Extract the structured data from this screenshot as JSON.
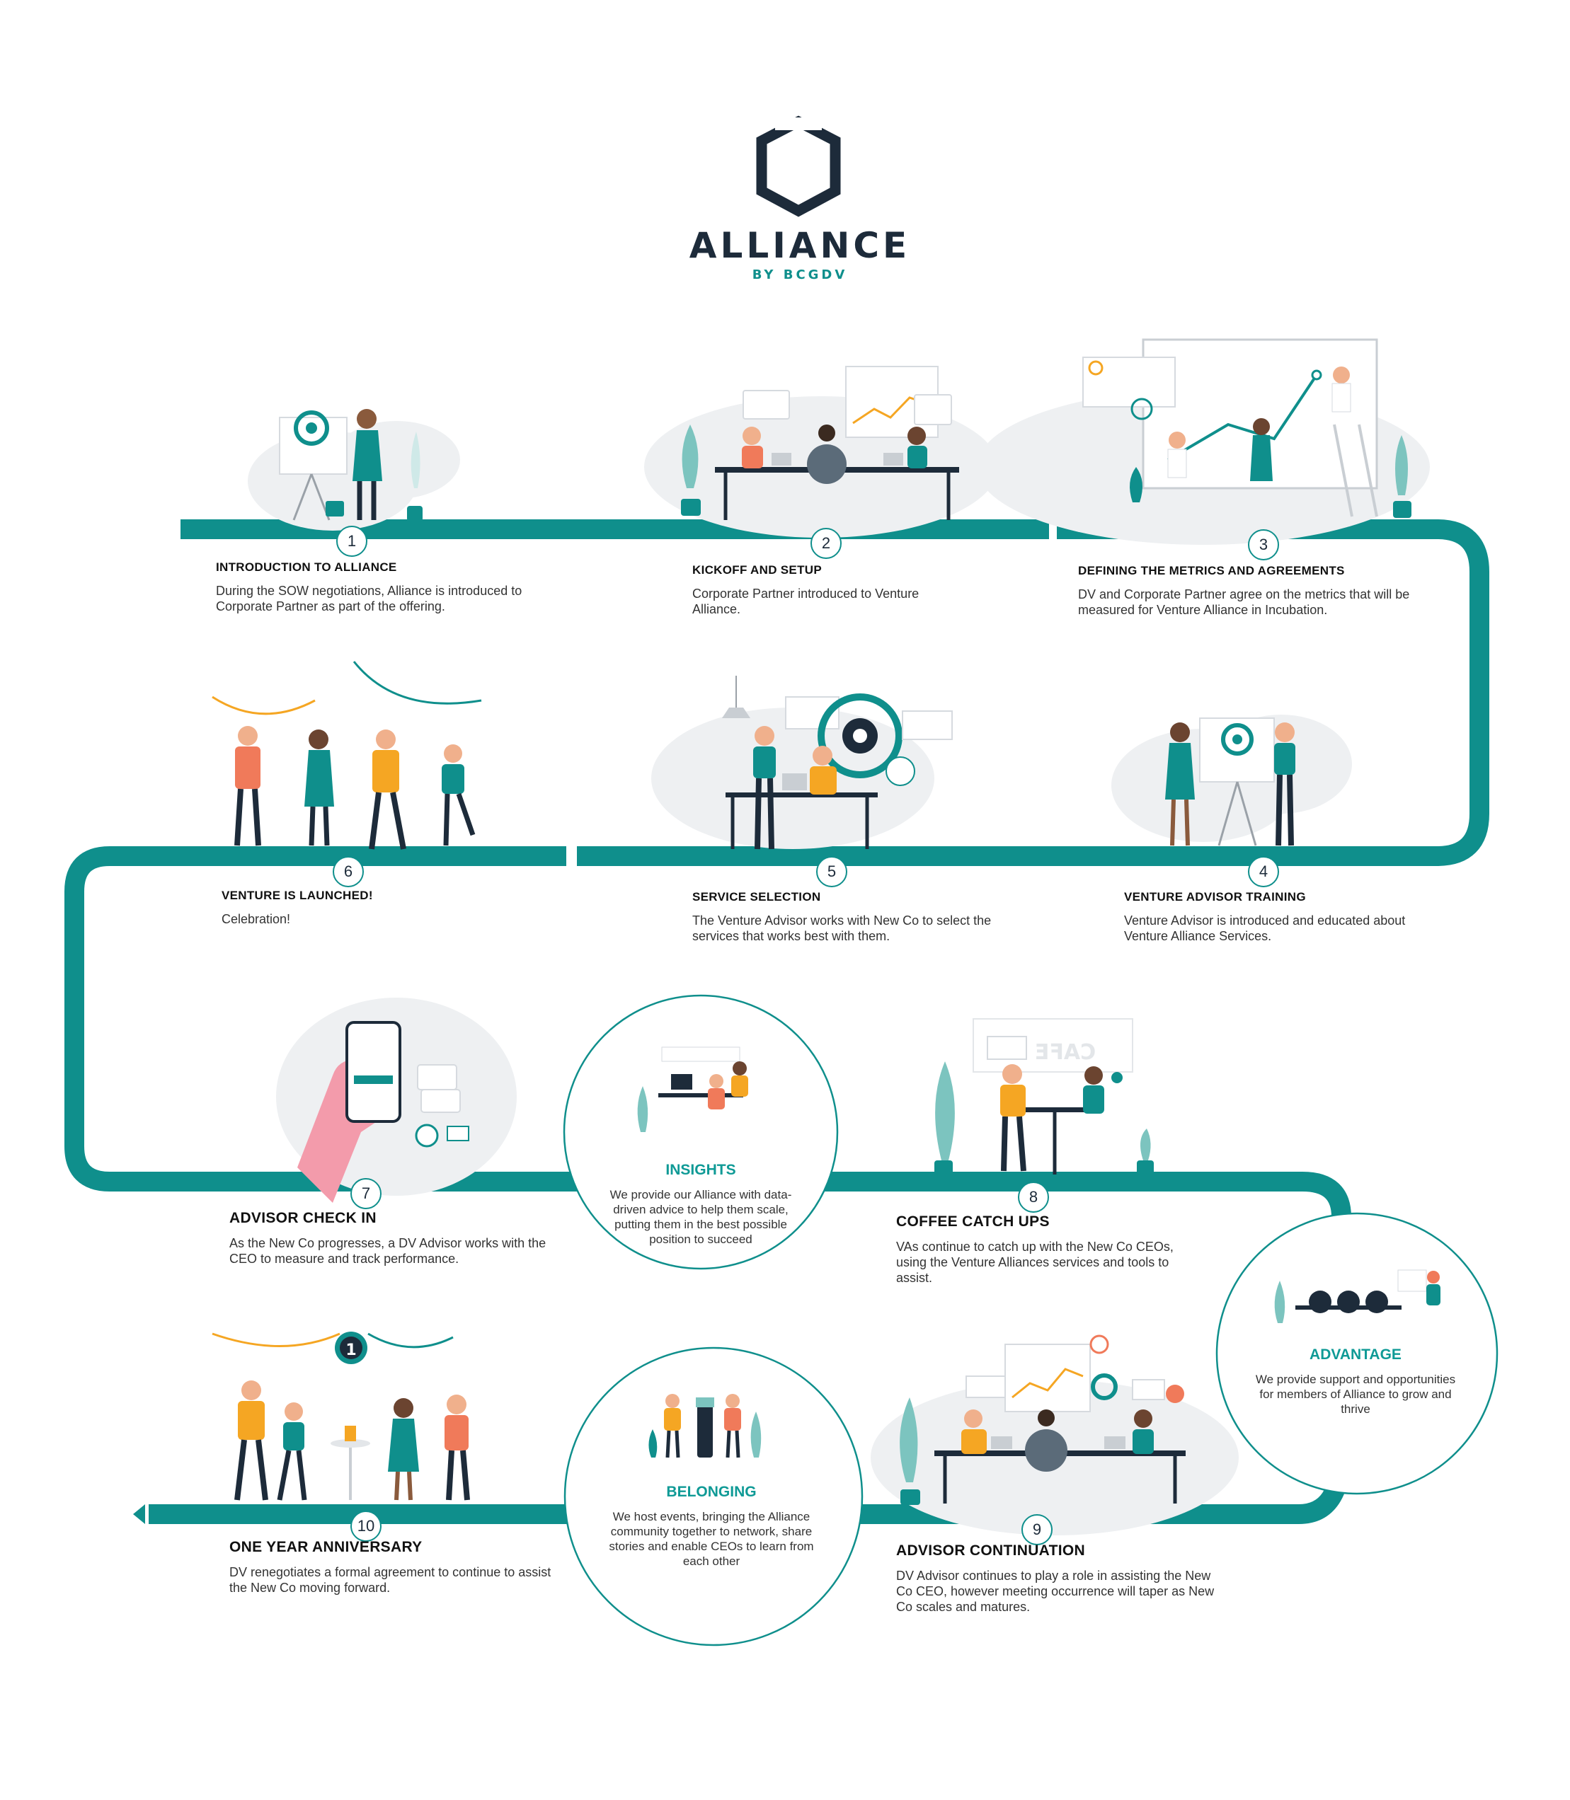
{
  "logo": {
    "word": "ALLIANCE",
    "sub": "BY BCGDV"
  },
  "steps": [
    {
      "num": "1",
      "title": "INTRODUCTION TO ALLIANCE",
      "text": "During the SOW negotiations, Alliance is introduced to Corporate Partner as part of the offering."
    },
    {
      "num": "2",
      "title": "KICKOFF AND SETUP",
      "text": "Corporate Partner introduced to Venture Alliance."
    },
    {
      "num": "3",
      "title": "DEFINING THE METRICS AND AGREEMENTS",
      "text": "DV and Corporate Partner agree on the metrics that will be measured for Venture Alliance in Incubation."
    },
    {
      "num": "4",
      "title": "VENTURE ADVISOR TRAINING",
      "text": "Venture Advisor is introduced and educated about Venture Alliance Services."
    },
    {
      "num": "5",
      "title": "SERVICE SELECTION",
      "text": "The Venture Advisor works with New Co to select the services that works best with them."
    },
    {
      "num": "6",
      "title": "VENTURE IS LAUNCHED!",
      "text": "Celebration!"
    },
    {
      "num": "7",
      "title": "ADVISOR CHECK IN",
      "text": "As the New Co progresses, a DV Advisor works with the CEO to measure and track performance."
    },
    {
      "num": "8",
      "title": "COFFEE CATCH UPS",
      "text": "VAs continue to catch up with the New Co CEOs, using the Venture Alliances services and tools to assist."
    },
    {
      "num": "9",
      "title": "ADVISOR CONTINUATION",
      "text": "DV Advisor continues to play a role in assisting the New Co CEO, however meeting occurrence will taper as New Co scales and matures."
    },
    {
      "num": "10",
      "title": "ONE YEAR ANNIVERSARY",
      "text": "DV renegotiates a formal agreement to continue to assist the New Co moving forward."
    }
  ],
  "pillars": {
    "insights": {
      "title": "INSIGHTS",
      "text": "We provide our Alliance with data-driven advice to help them scale, putting them in the best possible position to succeed"
    },
    "advantage": {
      "title": "ADVANTAGE",
      "text": "We provide support and opportunities for members of Alliance to grow and thrive"
    },
    "belonging": {
      "title": "BELONGING",
      "text": "We host events, bringing the Alliance community together to network, share stories and enable CEOs to learn from each other"
    }
  },
  "scene": {
    "cafe_sign": "CAFE",
    "anniversary_badge": "1"
  },
  "colors": {
    "teal": "#0f8f8c",
    "navy": "#1d2b3a",
    "orange": "#f5a623",
    "coral": "#f07a5a",
    "pink": "#f39bab",
    "grey": "#eef0f2"
  },
  "icons": [
    "hexagon-logo-icon",
    "target-icon",
    "chart-icon",
    "phone-icon",
    "chat-icon",
    "mail-icon",
    "plant-icon",
    "laptop-icon",
    "gear-icon"
  ]
}
